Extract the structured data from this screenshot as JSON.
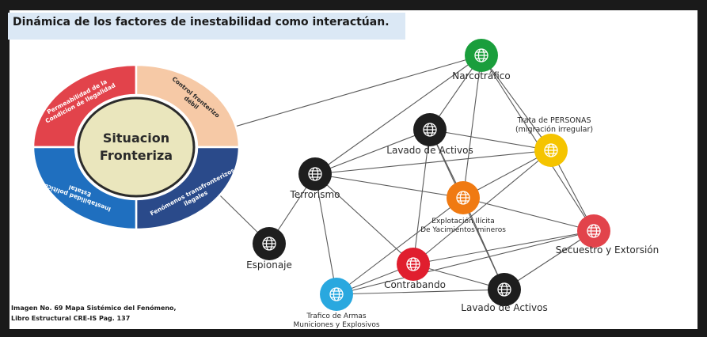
{
  "title": "Dinámica de los factores de inestabilidad  como interactúan.",
  "caption": [
    "Imagen No. 69 Mapa Sistémico del Fenómeno,",
    "Libro Estructural CRE-IS Pag. 137"
  ],
  "wheel": {
    "center": [
      "Situacion",
      "Fronteriza"
    ],
    "segments": [
      {
        "id": "tl",
        "lines": [
          "Permeabilidad de la",
          "Condicion de Ilegalidad"
        ],
        "color": "#e2434b"
      },
      {
        "id": "tr",
        "lines": [
          "Control fronterizo",
          "débil"
        ],
        "color": "#f6c9a6"
      },
      {
        "id": "br",
        "lines": [
          "Fenómenos transfronterizos",
          "ilegales"
        ],
        "color": "#2a4a8a"
      },
      {
        "id": "bl",
        "lines": [
          "Inestabilidad política",
          "Estatal"
        ],
        "color": "#1f6fbf"
      }
    ]
  },
  "nodes": [
    {
      "id": "narco",
      "label": [
        "Narcotráfico"
      ],
      "color": "#1a9e3c",
      "icon": "globe-icon"
    },
    {
      "id": "lavado1",
      "label": [
        "Lavado de Activos"
      ],
      "color": "#1e1e1e",
      "icon": "globe-icon"
    },
    {
      "id": "trata",
      "label": [
        "Trata de PERSONAS",
        "(migración irregular)"
      ],
      "color": "#f5c400",
      "icon": "globe-icon"
    },
    {
      "id": "terror",
      "label": [
        "Terrorismo"
      ],
      "color": "#1e1e1e",
      "icon": "globe-icon"
    },
    {
      "id": "explot",
      "label": [
        "Explotación Ilícita",
        "De Yacimientos mineros"
      ],
      "color": "#f07a12",
      "icon": "globe-icon"
    },
    {
      "id": "secuestro",
      "label": [
        "Secuestro y Extorsión"
      ],
      "color": "#e2434b",
      "icon": "globe-icon"
    },
    {
      "id": "espionaje",
      "label": [
        "Espionaje"
      ],
      "color": "#1e1e1e",
      "icon": "globe-icon"
    },
    {
      "id": "contrabando",
      "label": [
        "Contrabando"
      ],
      "color": "#e01e2e",
      "icon": "globe-icon"
    },
    {
      "id": "lavado2",
      "label": [
        "Lavado de Activos"
      ],
      "color": "#1e1e1e",
      "icon": "globe-icon"
    },
    {
      "id": "armas",
      "label": [
        "Trafico de Armas",
        "Municiones y Explosivos"
      ],
      "color": "#29a8df",
      "icon": "globe-icon"
    }
  ],
  "edges": [
    [
      "wheel",
      "narco"
    ],
    [
      "wheel",
      "espionaje"
    ],
    [
      "narco",
      "lavado1"
    ],
    [
      "narco",
      "terror"
    ],
    [
      "narco",
      "trata"
    ],
    [
      "narco",
      "explot"
    ],
    [
      "narco",
      "secuestro"
    ],
    [
      "lavado1",
      "terror"
    ],
    [
      "lavado1",
      "trata"
    ],
    [
      "lavado1",
      "explot"
    ],
    [
      "lavado1",
      "contrabando"
    ],
    [
      "lavado1",
      "lavado2"
    ],
    [
      "terror",
      "trata"
    ],
    [
      "terror",
      "explot"
    ],
    [
      "terror",
      "espionaje"
    ],
    [
      "terror",
      "contrabando"
    ],
    [
      "terror",
      "armas"
    ],
    [
      "trata",
      "explot"
    ],
    [
      "trata",
      "secuestro"
    ],
    [
      "trata",
      "contrabando"
    ],
    [
      "explot",
      "secuestro"
    ],
    [
      "explot",
      "armas"
    ],
    [
      "explot",
      "lavado2"
    ],
    [
      "secuestro",
      "contrabando"
    ],
    [
      "secuestro",
      "lavado2"
    ],
    [
      "secuestro",
      "armas"
    ],
    [
      "contrabando",
      "armas"
    ],
    [
      "contrabando",
      "lavado2"
    ],
    [
      "armas",
      "lavado2"
    ]
  ]
}
